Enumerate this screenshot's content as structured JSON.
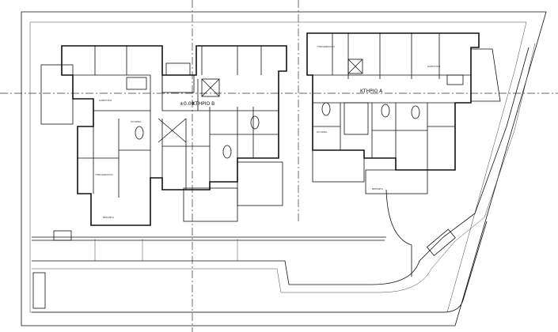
{
  "drawing": {
    "building_b_label": "ΚΤΗΡΙΟ Β",
    "building_b_level": "±0.00",
    "building_a_label": "ΚΤΗΡΙΟ Α",
    "room_labels": [
      "ΚΑΘΙΣΤΙΚΟ",
      "ΥΠΝΟΔΩΜΑΤΙΟ",
      "ΚΟΥΖΙΝΑ",
      "ΒΕΡΑΝΤΑ",
      "ΥΠΝΟΔΩΜΑΤΙΟ",
      "ΚΑΘΙΣΤΙΚΟ",
      "ΚΟΥΖΙΝΑ",
      "ΒΕΡΑΝΤΑ"
    ]
  },
  "colors": {
    "line": "#111111",
    "background": "#ffffff"
  }
}
